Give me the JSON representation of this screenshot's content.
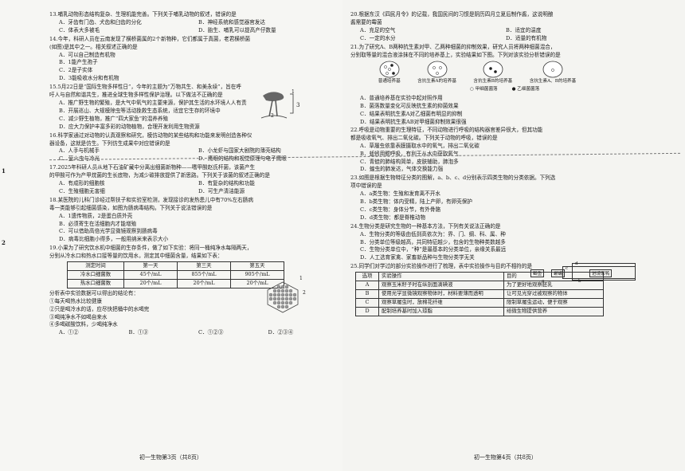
{
  "left": {
    "side_marks": [
      "1",
      "2"
    ],
    "questions": [
      {
        "no": "13.",
        "lines": [
          "哺乳动物形态结构复杂、生理机能完善。下列关于哺乳动物的叙述，错误的是"
        ],
        "options": [
          "A．牙齿有门齿、犬齿和臼齿的分化",
          "B．神经系统和感觉器官发达",
          "C．体表大多被毛",
          "D．胎生、哺乳可以提高产仔数量"
        ],
        "layout": "two"
      },
      {
        "no": "14.",
        "lines": [
          "今年，科研人员在云南发现了横桥菌属的2个新物种，它们都属于真菌，老君横桥菌",
          "(如图)是其中之一。相关叙述正确的是"
        ],
        "options": [
          "A．可以自己制造有机物",
          "B．1能产生孢子",
          "C．2是子实体",
          "D．3能吸收水分和有机物"
        ],
        "layout": "one"
      },
      {
        "no": "15.",
        "lines": [
          "5月22日是“国际生物多样性日”，今年的主题为“万物共生、和美永续”，旨在呼",
          "吁人与自然和谐共生，推进全球生物多样性保护治理。以下做法不正确的是"
        ],
        "options": [
          "A．推广野生物的繁殖，是大气中氧气的主要来源，保护其生活的水环境人人有责",
          "B．开展巡山、大规模除虫等活动挽救生态系统，适宜它生存的环境中",
          "C．减少野生植物，推广“四大家鱼”的混养养殖",
          "D．应大力保护丰富多彩的动物植物，合理开发利用生物资源"
        ],
        "layout": "one"
      },
      {
        "no": "16.",
        "lines": [
          "科学家通过对动物的认真观察和研究，模仿动物的某些结构和功能来发明创造各种仪",
          "器设备，这就是仿生。下列仿生成果中对应错误的是"
        ],
        "options": [
          "A．人手与机械手",
          "B．小龙虾与国家大剧院的薄壳结构",
          "C．萤火虫与冷光",
          "D．鹰眼的结构和视觉原理与电子鹰眼"
        ],
        "layout": "two"
      },
      {
        "no": "17.",
        "lines": [
          "2025年科研人员从地下石油矿藏中分离出细菌新物种——嗜甲酸赵氏杆菌，该菌产生",
          "的甲酸可作为产甲烷菌的生长底物，为减少碳排放提供了新思路。下列关于该菌的叙述正确的是"
        ],
        "options": [
          "A．有成形的细胞核",
          "B．有复杂的结构和功能",
          "C．生殖细胞无害细",
          "D．可生产清洁能源"
        ],
        "layout": "two"
      },
      {
        "no": "18.",
        "lines": [
          "某医院的儿科门诊经过帮扶子和实验室检测，发现接诊的发热患儿中有70%左右肠病",
          "毒一类能够引起细菌感染，如图为肠病毒结构。下列关于说法错误的是"
        ],
        "options": [
          "A．1遗传物质，2是蛋白质外壳",
          "B．必须寄生在活细胞内才能增殖",
          "C．可以借助高倍光学显微镜观察到肠病毒",
          "D．病毒比细胞小得多，一般用纳米来表示大小"
        ],
        "layout": "one"
      },
      {
        "no": "19.",
        "lines": [
          "小果为了研究饮水机中细菌的生存条件，做了如下实验：将同一桶纯净水每隔两天，",
          "分别从冷水口和热水口接等量的饮用水，测定其中细菌含量，结果如下表："
        ],
        "options": [],
        "layout": "one"
      }
    ],
    "q19_table": {
      "header": [
        "测定时间",
        "第一天",
        "第三天",
        "第五天"
      ],
      "rows": [
        [
          "冷水口细菌数",
          "45个/mL",
          "855个/mL",
          "905个/mL"
        ],
        [
          "热水口细菌数",
          "20个/mL",
          "20个/mL",
          "20个/mL"
        ]
      ]
    },
    "q19_tail": {
      "intro": "分析表中实验数据可以得出的结论有：",
      "items": [
        "①每天喝热水比较健康",
        "②只是喝冷水的话，应尽快把桶中的水喝完",
        "③喝纯净水不如喝自来水",
        "④多喝碳酸饮料，少喝纯净水"
      ],
      "options": [
        "A．①②",
        "B．①③",
        "C．①②③",
        "D．②③④"
      ]
    },
    "fig14_labels": [
      "1",
      "2",
      "3"
    ],
    "fig18_labels": [
      "1",
      "2"
    ],
    "footer": "初一生物第3页（共8页）"
  },
  "right": {
    "questions": [
      {
        "no": "20.",
        "lines": [
          "根据东汉《四民月令》的记载，我国民间的习惯是阴历四月立夏后制作酱，这说明酿",
          "酱需要的霉菌"
        ],
        "options": [
          "A．充足的空气",
          "B．适宜的温度",
          "C．一定的水分",
          "D．适量的有机物"
        ],
        "layout": "two"
      },
      {
        "no": "21.",
        "lines": [
          "为了研究A、B两种抗生素对甲、乙两种细菌的抑制效果，研究人员将两种细菌混合，",
          "分别取等量的混合液涂抹在不同的培养基上，实验结果如下图。下列对该实验分析错误的是"
        ],
        "options": [],
        "layout": "one"
      }
    ],
    "q21_dishes": [
      "普通培养基",
      "含抗生素A的培养基",
      "含抗生素B的培养基",
      "含抗生素A、B的培养基"
    ],
    "q21_legend": [
      "○ 甲细菌菌落",
      "● 乙细菌菌落"
    ],
    "q21_options": [
      "A．普通培养基在实验中起对照作用",
      "B．菌落数量变化可反映抗生素的抑菌效果",
      "C．结果表明抗生素A对乙细菌有明显的抑制",
      "D．结果表明抗生素AB对甲细菌抑制效果很强"
    ],
    "questions2": [
      {
        "no": "22.",
        "lines": [
          "呼吸是动物重要的生理特征，不同动物进行呼吸的结构器官差异很大，但其功能",
          "都是吸收氧气、排出二氧化碳。下列关于动物的呼吸，错误的是"
        ],
        "options": [
          "A．草履虫依靠表膜摄取水中的氧气，排出二氧化碳",
          "B．蚯蚓用鳃呼吸，有利于从水中获取氧气",
          "C．青蛙的肺结构简单，皮肤辅助，肺泡多",
          "D．蝗虫的肺发达，气体交换能力强"
        ],
        "layout": "one"
      },
      {
        "no": "23.",
        "lines": [
          "如图是根据生物特征分类的图解，a、b、c、d分别表示四类生物的分类依据。下列选",
          "项中错误的是"
        ],
        "options": [
          "A．a类生物：生殖和发育离不开水",
          "B．b类生物：体内受精，陆上产卵，有卵壳保护",
          "C．c类生物：身体分节，有外骨骼",
          "D．d类生物：都是脊椎动物"
        ],
        "layout": "one"
      },
      {
        "no": "24.",
        "lines": [
          "生物分类是研究生物的一种基本方法，下列有关说法正确的是"
        ],
        "options": [
          "A．生物分类的等级由低到高依次为：界、门、纲、科、属、种",
          "B．分类单位等级越高，共同特征越少，包含的生物种类数越多",
          "C．生物分类单位中，“种”是最基本的分类单位，亲缘关系最远",
          "D．人工选育家禽、家畜新品种与生物分类学无关"
        ],
        "layout": "one"
      },
      {
        "no": "25.",
        "lines": [
          "同学们对学过的部分实验操作进行了梳理，表中实验操作与目的不相符的是"
        ],
        "options": [],
        "layout": "one"
      }
    ],
    "fig23_labels": {
      "d": "d",
      "c": "c",
      "box1": "鲫鱼",
      "box2": "蜥蜴",
      "box3": "进境家鸭",
      "a": "a",
      "b": "b"
    },
    "q25_table": {
      "header": [
        "选项",
        "实验操作",
        "目的"
      ],
      "rows": [
        [
          "A",
          "观察玉米籽子时在纵剖面滴碘液",
          "为了更好地观察胚乳"
        ],
        [
          "B",
          "使用光学显微镜观察物体时，材料要薄而透明",
          "让可见光穿过被观察的物体"
        ],
        [
          "C",
          "观察草履虫时，放棉花纤维",
          "限制草履虫运动，便于观察"
        ],
        [
          "D",
          "配制培养基时加入琼脂",
          "给微生物提供营养"
        ]
      ]
    },
    "footer": "初一生物第4页（共8页）"
  }
}
